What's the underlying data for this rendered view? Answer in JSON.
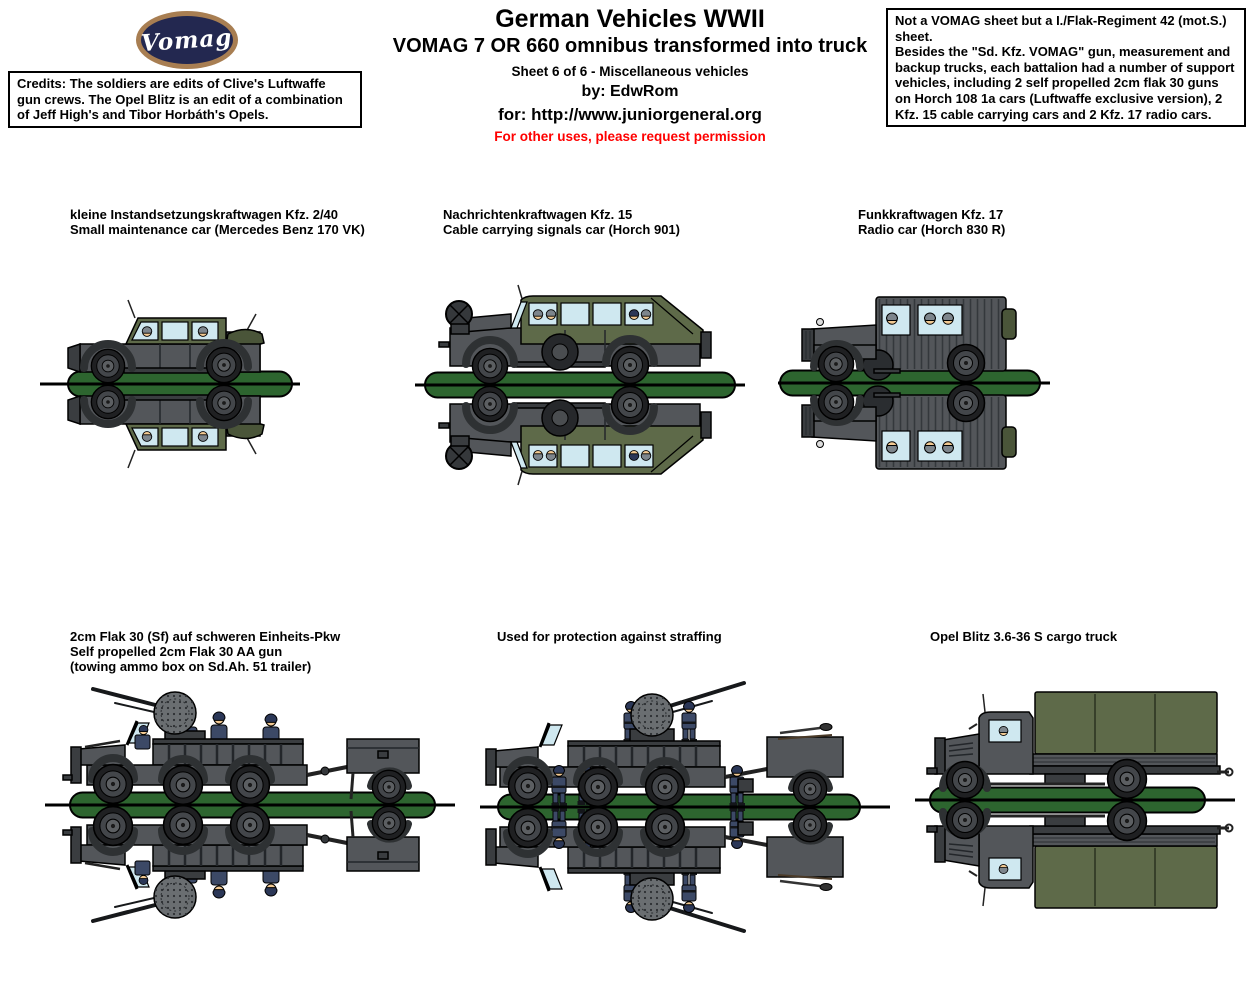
{
  "logo": {
    "text": "Vomag"
  },
  "header": {
    "title": "German Vehicles WWII",
    "subtitle": "VOMAG 7 OR 660 omnibus transformed into truck",
    "sheet_line": "Sheet 6 of 6 - Miscellaneous vehicles",
    "by_line": "by: EdwRom",
    "for_line": "for: http://www.juniorgeneral.org",
    "permission_line": "For other uses, please request permission"
  },
  "credits_box": {
    "text": "Credits: The soldiers are edits of Clive's Luftwaffe gun crews. The Opel Blitz is an edit of a combination of Jeff High's and Tibor Horbáth's Opels."
  },
  "note_box": {
    "para1": "Not a VOMAG sheet but a I./Flak-Regiment 42 (mot.S.) sheet.",
    "para2": "Besides the \"Sd. Kfz. VOMAG\" gun, measurement and backup trucks, each battalion had a number of support vehicles, including 2 self propelled 2cm flak 30 guns on Horch 108 1a cars (Luftwaffe exclusive version), 2 Kfz. 15 cable carrying cars and 2 Kfz. 17 radio cars."
  },
  "vehicles": [
    {
      "id": "kfz-2-40",
      "label_lines": [
        "kleine Instandsetzungskraftwagen Kfz. 2/40",
        "Small maintenance car (Mercedes Benz 170 VK)"
      ]
    },
    {
      "id": "kfz-15",
      "label_lines": [
        "Nachrichtenkraftwagen Kfz. 15",
        "Cable carrying signals car (Horch 901)"
      ]
    },
    {
      "id": "kfz-17",
      "label_lines": [
        "Funkkraftwagen Kfz. 17",
        "Radio car (Horch 830 R)"
      ]
    },
    {
      "id": "flak-30-sf",
      "label_lines": [
        "2cm Flak 30 (Sf) auf schweren Einheits-Pkw",
        "Self propelled 2cm Flak 30 AA gun",
        "(towing ammo box on Sd.Ah. 51 trailer)"
      ]
    },
    {
      "id": "flak-30-firing",
      "label_lines": [
        "Used for protection against straffing"
      ]
    },
    {
      "id": "opel-blitz",
      "label_lines": [
        "Opel Blitz 3.6-36 S cargo truck"
      ]
    }
  ],
  "palette": {
    "accent_red": "#ff0000",
    "logo_ring": "#a87e52",
    "logo_bg": "#232850",
    "gray_body": "#53565a",
    "gray_dark": "#3a3d40",
    "gray_mid": "#6a6e71",
    "olive": "#5e6a49",
    "olive_dark": "#4a5539",
    "window": "#cfe8f0",
    "base_green": "#2d652f",
    "wheel_dark": "#1f2022",
    "wheel_hub": "#5c5f62",
    "uniform_blue": "#3c4966",
    "helmet_blue": "#2b3757",
    "helmet_gray": "#7d858c",
    "skin": "#f2c992"
  }
}
